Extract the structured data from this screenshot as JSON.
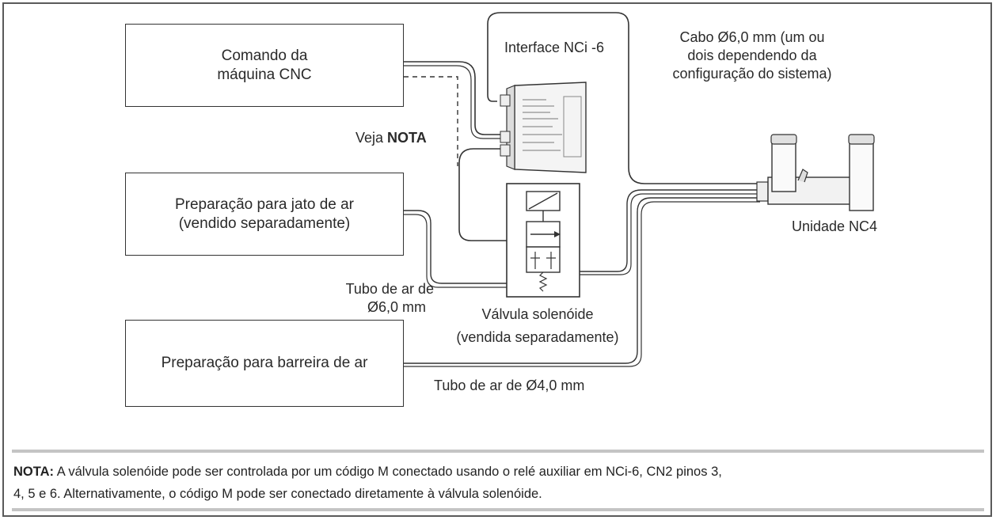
{
  "boxes": {
    "cnc_line1": "Comando da",
    "cnc_line2": "máquina CNC",
    "air_jet_line1": "Preparação para jato de ar",
    "air_jet_line2": "(vendido separadamente)",
    "air_barrier": "Preparação para barreira de ar"
  },
  "labels": {
    "interface": "Interface NCi -6",
    "cable_line1": "Cabo Ø6,0 mm (um ou",
    "cable_line2": "dois dependendo da",
    "cable_line3": "configuração do sistema)",
    "see_prefix": "Veja ",
    "see_bold": "NOTA",
    "unit": "Unidade NC4",
    "tube6_line1": "Tubo de ar de",
    "tube6_line2": "Ø6,0 mm",
    "valve_line1": "Válvula solenóide",
    "valve_line2": "(vendida separadamente)",
    "tube4": "Tubo de ar de Ø4,0 mm"
  },
  "note": {
    "bold": "NOTA:",
    "line1": " A válvula solenóide pode ser controlada por um código M conectado usando o relé auxiliar em NCi-6, CN2 pinos 3,",
    "line2": "4, 5 e 6. Alternativamente, o código M pode ser conectado diretamente à válvula solenóide."
  }
}
